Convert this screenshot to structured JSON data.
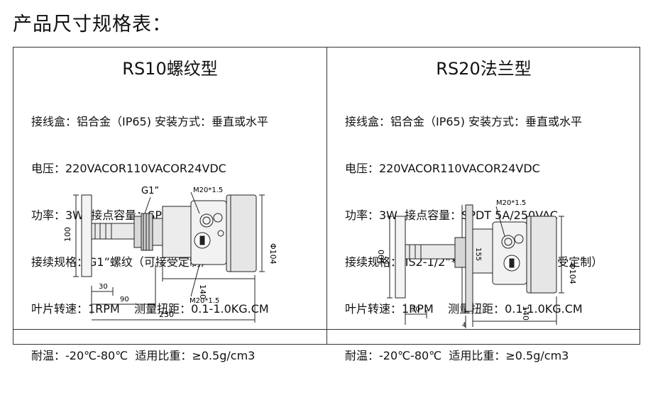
{
  "page": {
    "heading": "产品尺寸规格表："
  },
  "rs10": {
    "title": "RS10螺纹型",
    "specs": [
      "接线盒：铝合金（IP65) 安装方式：垂直或水平",
      "电压：220VACOR110VACOR24VDC",
      "功率：3W  接点容量：SPDT 5A/250VAC",
      "接续规格：G1”螺纹（可接受定制）",
      "叶片转速：1RPM    测量扭距：0.1-1.0KG.CM",
      "耐温：-20℃-80℃  适用比重：≥0.5g/cm3"
    ],
    "drawing": {
      "thread_label": "G1”",
      "cable_label_top": "M20*1.5",
      "cable_label_bottom": "M20*1.5",
      "dim_height": "100",
      "dim_diameter": "Φ104",
      "dim_blade": "30",
      "dim_shaft": "90",
      "dim_head": "140",
      "dim_total": "230"
    }
  },
  "rs20": {
    "title": "RS20法兰型",
    "specs": [
      "接线盒：铝合金（IP65) 安装方式：垂直或水平",
      "电压：220VACOR110VACOR24VDC",
      "功率：3W  接点容量：SPDT 5A/250VAC",
      "接续规格：JIS2-1/2”*5kg法兰螺纹（可接受定制）",
      "叶片转速：1RPM    测量扭距：0.1-1.0KG.CM",
      "耐温：-20℃-80℃  适用比重：≥0.5g/cm3"
    ],
    "drawing": {
      "cable_label": "M20*1.5",
      "dim_height": "100",
      "dim_flange": "155",
      "dim_diameter": "Φ104",
      "dim_blade": "30",
      "dim_head": "140",
      "dim_small": "4"
    }
  }
}
